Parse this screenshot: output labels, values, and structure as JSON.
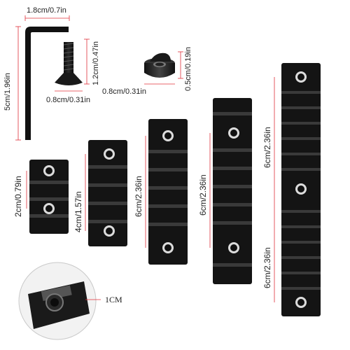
{
  "dimensions": {
    "wrench_width": "1.8cm/0.7in",
    "wrench_height": "5cm/1.96in",
    "screw_height": "1.2cm/0.47in",
    "screw_width": "0.8cm/0.31in",
    "nut_width": "0.8cm/0.31in",
    "nut_height": "0.5cm/0.19in",
    "rail_2_slot": "2cm/0.79in",
    "rail_4_slot": "4cm/1.57in",
    "rail_6_slot": "6cm/2.36in",
    "rail_8_slot": "6cm/2.36in",
    "rail_long_upper": "6cm/2.36in",
    "rail_long_lower": "6cm/2.36in"
  },
  "inset": {
    "caption": "1CM"
  },
  "colors": {
    "background": "#ffffff",
    "metal": "#1a1a1a",
    "metal_highlight": "#4a4a4a",
    "dimension_line": "#e0303a"
  }
}
